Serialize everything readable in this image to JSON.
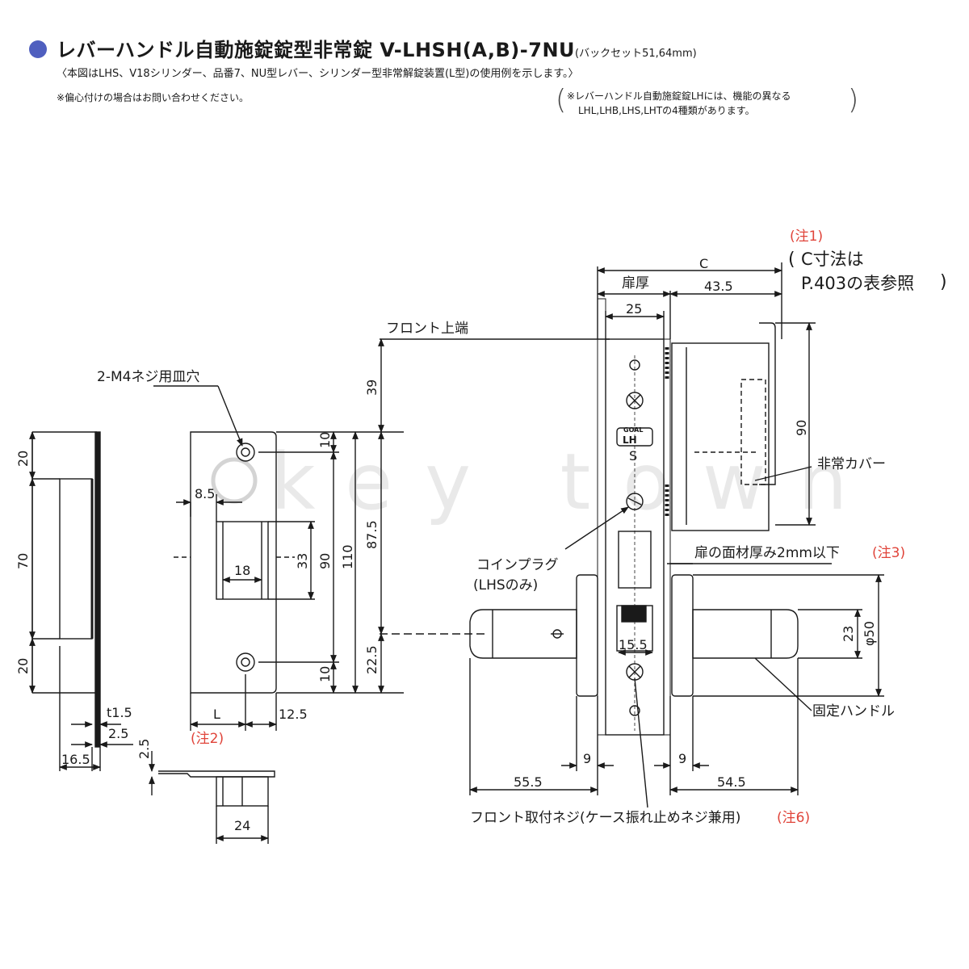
{
  "header": {
    "title": "レバーハンドル自動施錠錠型非常錠 V-LHSH(A,B)-7NU",
    "title_suffix": "(バックセット51,64mm)",
    "description": "〈本図はLHS、V18シリンダー、品番7、NU型レバー、シリンダー型非常解錠装置(L型)の使用例を示します。〉",
    "note_left": "※偏心付けの場合はお問い合わせください。",
    "note_right_line1": "※レバーハンドル自動施錠錠LHには、機能の異なる",
    "note_right_line2": "LHL,LHB,LHS,LHTの4種類があります。"
  },
  "labels": {
    "front_top": "フロント上端",
    "screw_holes": "2-M4ネジ用皿穴",
    "note1": "(注1)",
    "c_ref_line1": "C寸法は",
    "c_ref_line2": "P.403の表参照",
    "emergency_cover": "非常カバー",
    "coin_plug": "コインプラグ",
    "coin_plug_sub": "(LHSのみ)",
    "door_face": "扉の面材厚み2mm以下",
    "note3": "(注3)",
    "fixed_handle": "固定ハンドル",
    "front_screw": "フロント取付ネジ(ケース振れ止めネジ兼用)",
    "note6": "(注6)",
    "note2": "(注2)",
    "door_thickness": "扉厚",
    "logo_top": "GOAL",
    "logo_mid": "LH",
    "logo_s": "S",
    "watermark": "key town"
  },
  "dimensions": {
    "c": "C",
    "d43_5": "43.5",
    "d25": "25",
    "d39": "39",
    "d90_right": "90",
    "d87_5": "87.5",
    "d22_5": "22.5",
    "d110": "110",
    "d90_plate": "90",
    "d33": "33",
    "d10_top": "10",
    "d10_bot": "10",
    "d8_5": "8.5",
    "d18": "18",
    "dL": "L",
    "d12_5": "12.5",
    "d20_top": "20",
    "d70": "70",
    "d20_bot": "20",
    "t1_5": "t1.5",
    "d2_5": "2.5",
    "d16_5": "16.5",
    "d2_5_side": "2.5",
    "d24": "24",
    "d15_5": "15.5",
    "d23": "23",
    "phi50": "φ50",
    "d9_left": "9",
    "d9_right": "9",
    "d55_5": "55.5",
    "d54_5": "54.5"
  },
  "colors": {
    "accent": "#4f5fbf",
    "note_red": "#e0443a",
    "line": "#1a1a1a"
  }
}
